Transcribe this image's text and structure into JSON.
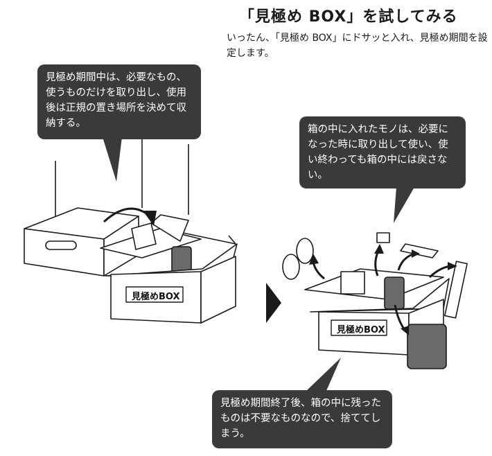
{
  "title": "「見極め BOX」を試してみる",
  "intro": "いったん、「見極め BOX」にドサッと入れ、見極め期間を設定します。",
  "bubbles": {
    "first": "見極め期間中は、必要なもの、使うものだけを取り出し、使用後は正規の置き場所を決めて収納する。",
    "second": "箱の中に入れたモノは、必要になった時に取り出して使い、使い終わっても箱の中には戻さない。",
    "third": "見極め期間終了後、箱の中に残ったものは不要なものなので、捨ててしまう。"
  },
  "box_labels": {
    "left": "見極めBOX",
    "right": "見極めBOX"
  },
  "colors": {
    "bubble": "#3a3a3a",
    "line": "#1a1a1a"
  }
}
